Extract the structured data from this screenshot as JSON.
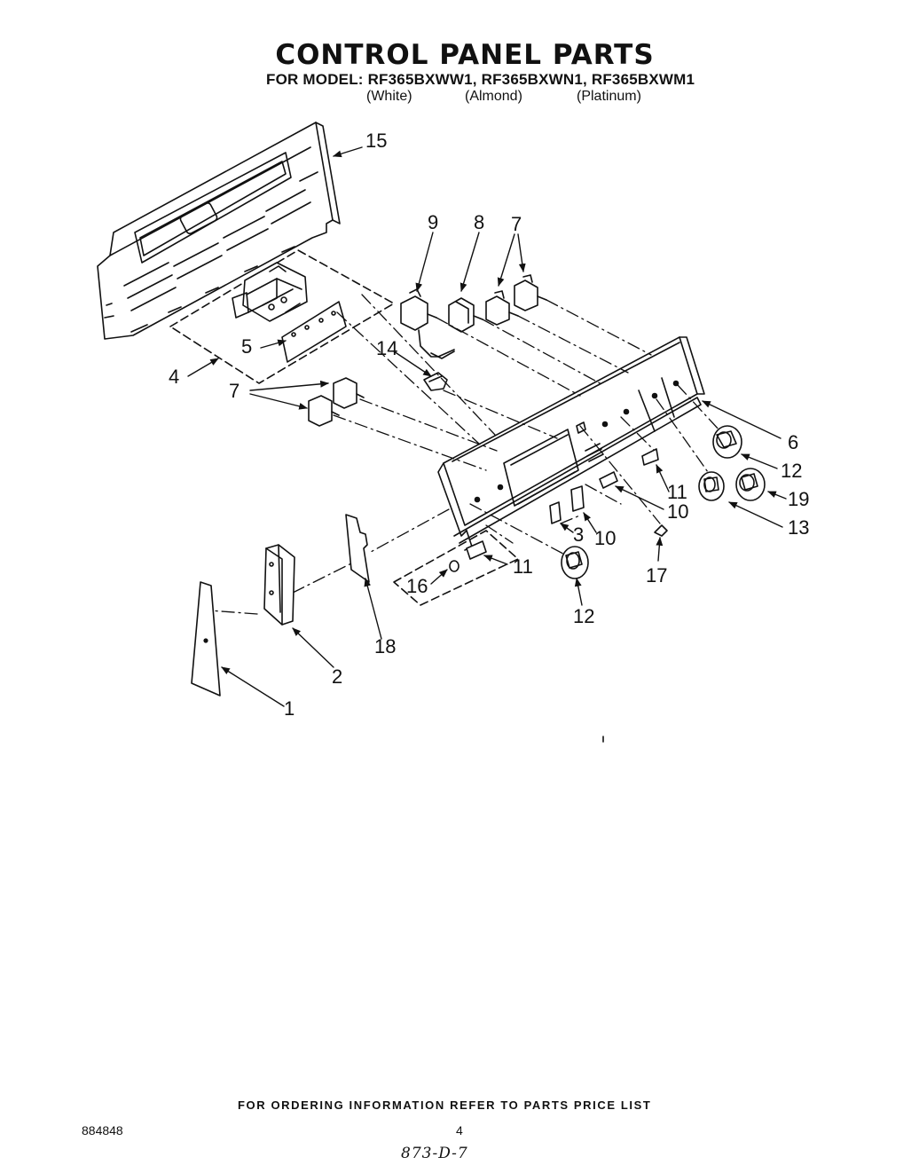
{
  "header": {
    "title": "CONTROL PANEL PARTS",
    "model_line": "FOR MODEL: RF365BXWW1, RF365BXWN1, RF365BXWM1",
    "variants": [
      "(White)",
      "(Almond)",
      "(Platinum)"
    ]
  },
  "callouts": {
    "c1": "1",
    "c2": "2",
    "c3": "3",
    "c4": "4",
    "c5": "5",
    "c6": "6",
    "c7a": "7",
    "c7b": "7",
    "c8": "8",
    "c9": "9",
    "c10a": "10",
    "c10b": "10",
    "c11a": "11",
    "c11b": "11",
    "c12a": "12",
    "c12b": "12",
    "c13": "13",
    "c14": "14",
    "c15": "15",
    "c16": "16",
    "c17": "17",
    "c18": "18",
    "c19": "19"
  },
  "footer": {
    "ordering_note": "FOR ORDERING INFORMATION REFER TO PARTS PRICE LIST",
    "document_number": "884848",
    "page_number": "4",
    "handwritten_note": "873-D-7"
  }
}
